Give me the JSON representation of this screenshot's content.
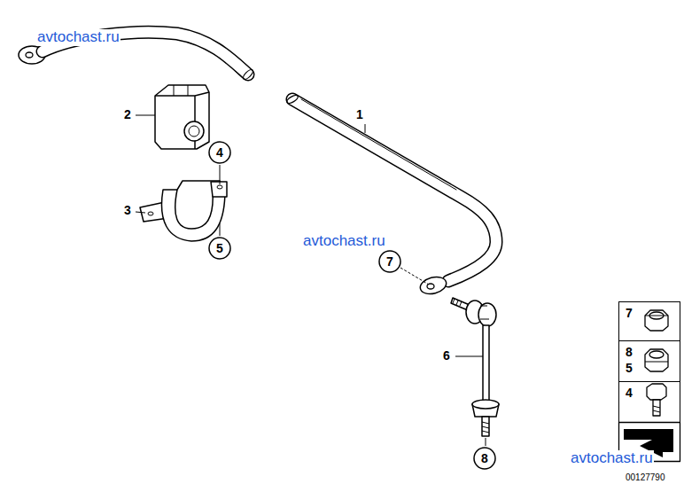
{
  "diagram": {
    "nodes": [
      {
        "text": [
          "4"
        ]
      },
      {
        "text": [
          "5"
        ]
      },
      {
        "text": [
          "7"
        ]
      },
      {
        "text": [
          "7"
        ]
      },
      {
        "text": [
          "8",
          "5"
        ]
      },
      {
        "text": [
          "4"
        ]
      },
      {
        "text": [
          "8"
        ]
      }
    ],
    "labels": [
      "avtochast.ru",
      "2",
      "1",
      "3",
      "avtochast.ru",
      "6",
      "avtochast.ru",
      "00127790"
    ]
  }
}
